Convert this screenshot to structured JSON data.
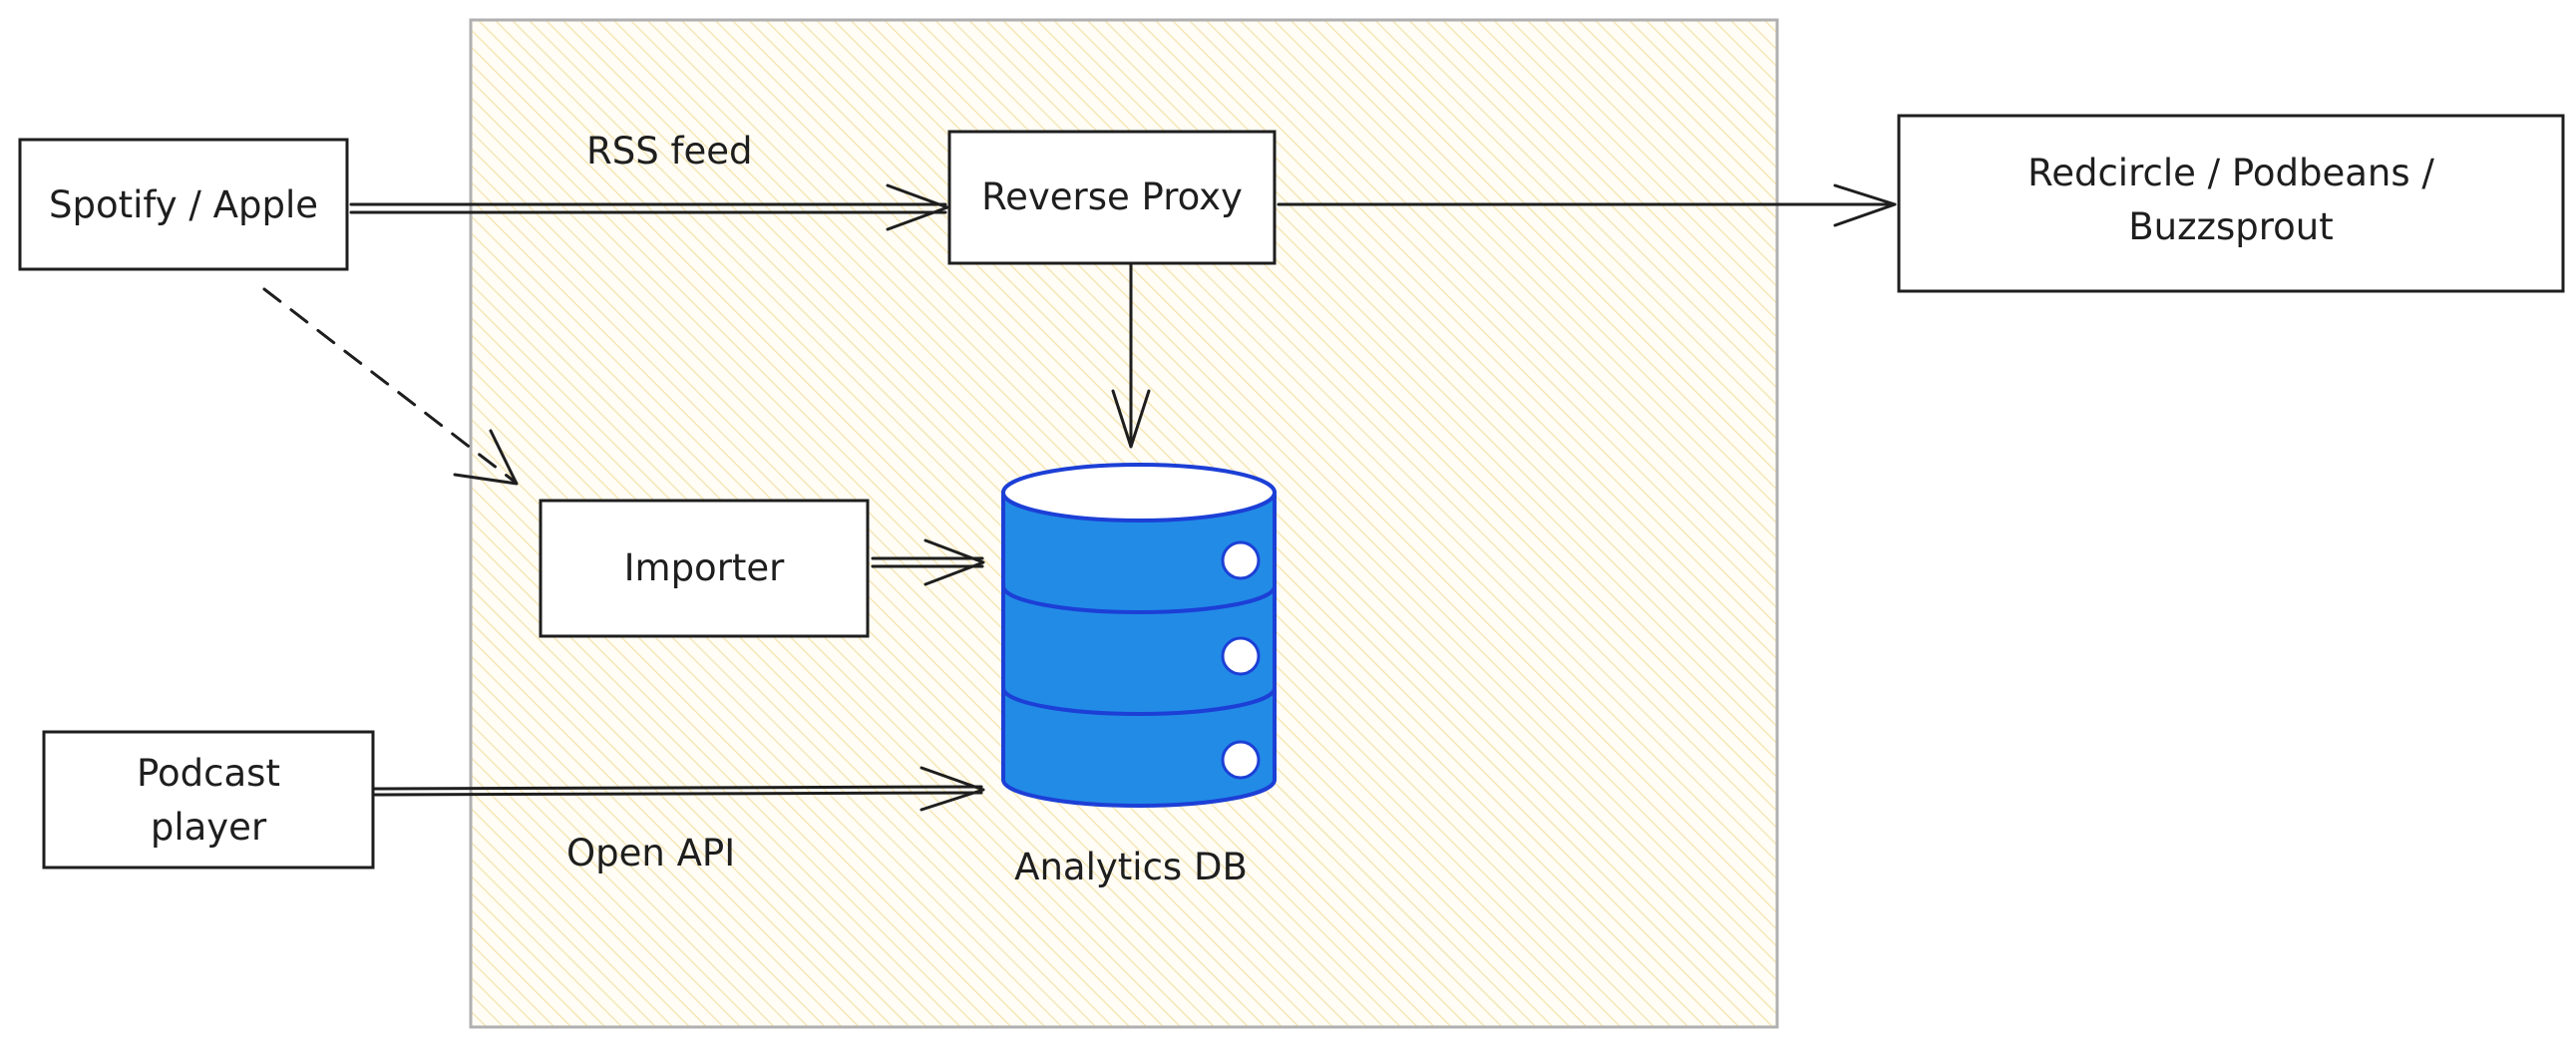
{
  "nodes": {
    "spotify_apple": "Spotify / Apple",
    "reverse_proxy": "Reverse Proxy",
    "hosting": {
      "line1": "Redcircle / Podbeans /",
      "line2": "Buzzsprout"
    },
    "importer": "Importer",
    "podcast_player": {
      "line1": "Podcast",
      "line2": "player"
    },
    "analytics_db": "Analytics DB"
  },
  "edge_labels": {
    "rss_feed": "RSS feed",
    "open_api": "Open API"
  },
  "colors": {
    "group_fill": "#fdf3d8",
    "group_stroke": "#b0b0b0",
    "database_fill": "#228be6",
    "database_stroke": "#1c3fd6",
    "line": "#1e1e1e"
  },
  "icons": {
    "database": "database-icon"
  }
}
